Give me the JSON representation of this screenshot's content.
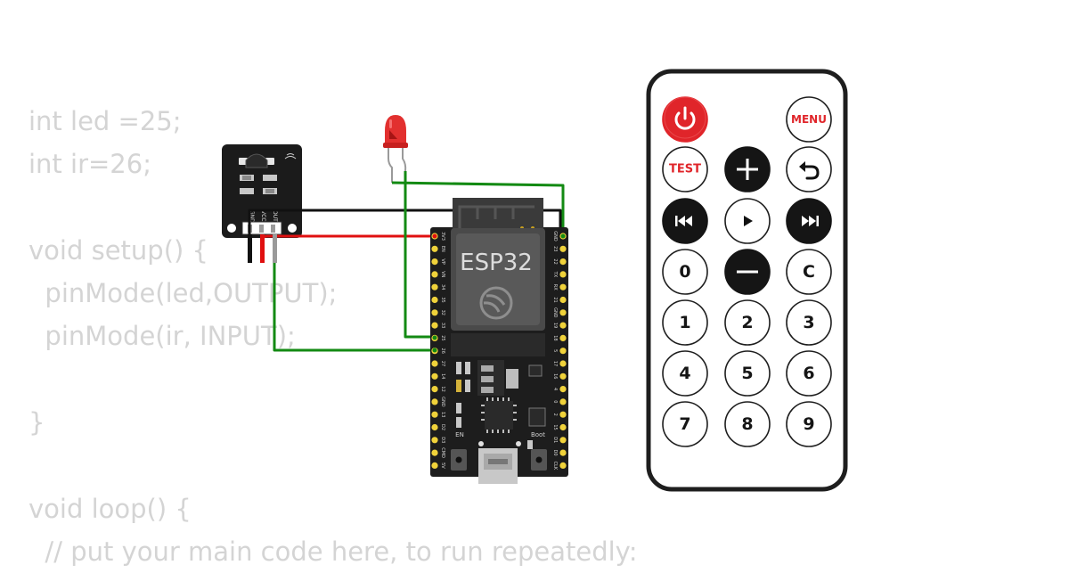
{
  "code_lines": [
    "int led =25;",
    "int ir=26;",
    "",
    "void setup() {",
    "  pinMode(led,OUTPUT);",
    "  pinMode(ir, INPUT);",
    "",
    "}",
    "",
    "void loop() {",
    "  // put your main code here, to run repeatedly:"
  ],
  "board": {
    "label": "ESP32",
    "left_pins": [
      "3V3",
      "EN",
      "VP",
      "VN",
      "34",
      "35",
      "32",
      "33",
      "25",
      "26",
      "27",
      "14",
      "12",
      "GND",
      "13",
      "D2",
      "D3",
      "CMD",
      "5V"
    ],
    "right_pins": [
      "GND",
      "23",
      "22",
      "TX",
      "RX",
      "21",
      "GND",
      "19",
      "18",
      "5",
      "17",
      "16",
      "4",
      "0",
      "2",
      "15",
      "D1",
      "D0",
      "CLK"
    ],
    "en_label": "EN",
    "boot_label": "Boot"
  },
  "ir_sensor": {
    "pin_labels": [
      "GND",
      "VCC",
      "OUT"
    ]
  },
  "remote": {
    "rows": [
      [
        {
          "name": "power",
          "kind": "icon",
          "icon": "power-icon"
        },
        null,
        {
          "name": "menu",
          "kind": "text",
          "label": "MENU"
        }
      ],
      [
        {
          "name": "test",
          "kind": "text",
          "label": "TEST"
        },
        {
          "name": "plus",
          "kind": "icon",
          "icon": "plus-icon"
        },
        {
          "name": "back",
          "kind": "icon",
          "icon": "back-icon"
        }
      ],
      [
        {
          "name": "prev",
          "kind": "icon",
          "icon": "rewind-icon"
        },
        {
          "name": "play",
          "kind": "icon",
          "icon": "play-icon"
        },
        {
          "name": "next",
          "kind": "icon",
          "icon": "fast-forward-icon"
        }
      ],
      [
        {
          "name": "0",
          "kind": "text",
          "label": "0"
        },
        {
          "name": "minus",
          "kind": "icon",
          "icon": "minus-icon"
        },
        {
          "name": "c",
          "kind": "text",
          "label": "C"
        }
      ],
      [
        {
          "name": "1",
          "kind": "text",
          "label": "1"
        },
        {
          "name": "2",
          "kind": "text",
          "label": "2"
        },
        {
          "name": "3",
          "kind": "text",
          "label": "3"
        }
      ],
      [
        {
          "name": "4",
          "kind": "text",
          "label": "4"
        },
        {
          "name": "5",
          "kind": "text",
          "label": "5"
        },
        {
          "name": "6",
          "kind": "text",
          "label": "6"
        }
      ],
      [
        {
          "name": "7",
          "kind": "text",
          "label": "7"
        },
        {
          "name": "8",
          "kind": "text",
          "label": "8"
        },
        {
          "name": "9",
          "kind": "text",
          "label": "9"
        }
      ]
    ]
  },
  "colors": {
    "code_text": "#d4d4d4",
    "wire_green": "#138a13",
    "wire_red": "#e01010",
    "wire_black": "#111111",
    "led_red": "#e2302f",
    "board": "#1d1d1d",
    "pin_gold": "#f0d23a",
    "remote_red": "#e0252a",
    "remote_dark": "#151515"
  }
}
